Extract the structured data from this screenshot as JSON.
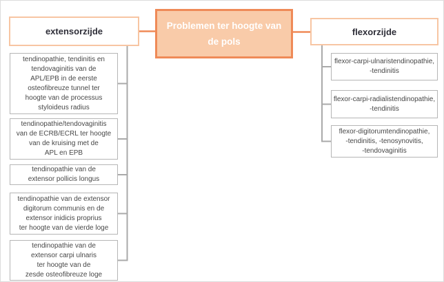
{
  "diagram": {
    "root": {
      "label": "Problemen ter hoogte van\nde pols"
    },
    "branches": [
      {
        "id": "extensorzijde",
        "label": "extensorzijde",
        "items": [
          "tendinopathie, tendinitis en\ntendovaginitis van de\nAPL/EPB in de eerste\nosteofibreuze tunnel ter\nhoogte van de processus\nstyloideus radius",
          "tendinopathie/tendovaginitis\nvan de ECRB/ECRL ter hoogte\nvan de kruising met de\nAPL en EPB",
          "tendinopathie van de\nextensor pollicis longus",
          "tendinopathie van de extensor\ndigitorum communis en de\nextensor inidicis proprius\nter hoogte van de vierde loge",
          "tendinopathie van de\nextensor carpi ulnaris\nter hoogte van de\nzesde osteofibreuze loge"
        ]
      },
      {
        "id": "flexorzijde",
        "label": "flexorzijde",
        "items": [
          "flexor-carpi-ulnaristendinopathie,\n-tendinitis",
          "flexor-carpi-radialistendinopathie,\n-tendinitis",
          "flexor-digitorumtendinopathie,\n-tendinitis, -tenosynovitis,\n-tendovaginitis"
        ]
      }
    ]
  },
  "colors": {
    "accent_border": "#ef8a57",
    "accent_fill": "#f9cba9",
    "header_border": "#f7c5a2",
    "header_text": "#2e2e38",
    "node_border": "#b5b5b5",
    "node_text": "#474747",
    "connector": "#a9a9a9",
    "bg": "#ffffff"
  }
}
